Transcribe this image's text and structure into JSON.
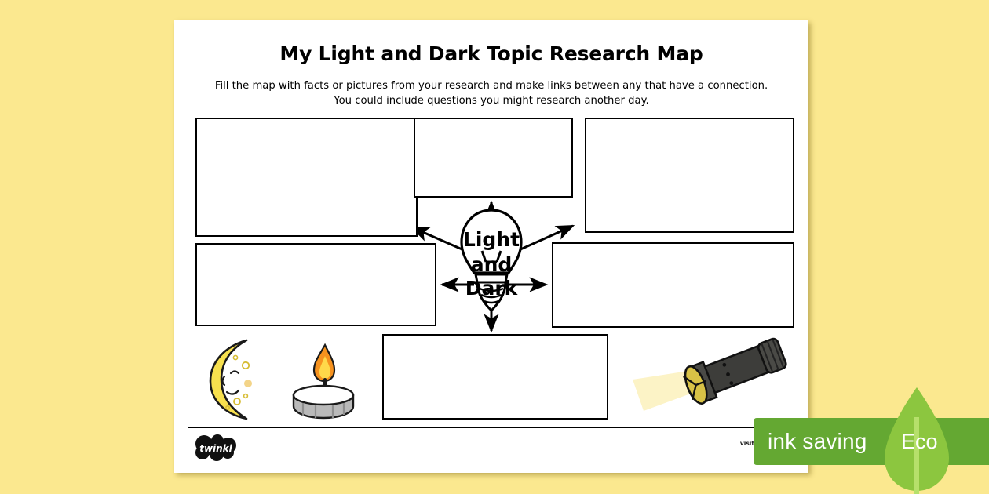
{
  "background_color": "#fbe88f",
  "worksheet": {
    "title": "My Light and Dark Topic Research Map",
    "subtitle_line_1": "Fill the map with facts or pictures from your research and make links between any that have a connection.",
    "subtitle_line_2": "You could include questions you might research another day.",
    "center_node": {
      "icon": "light-bulb-icon",
      "line_1": "Light",
      "line_2": "and",
      "line_3": "Dark"
    },
    "boxes": [
      {
        "id": "top-left",
        "label": "",
        "placeholder": ""
      },
      {
        "id": "top-middle",
        "label": "",
        "placeholder": ""
      },
      {
        "id": "top-right",
        "label": "",
        "placeholder": ""
      },
      {
        "id": "middle-left",
        "label": "",
        "placeholder": ""
      },
      {
        "id": "middle-right",
        "label": "",
        "placeholder": ""
      },
      {
        "id": "bottom-middle",
        "label": "",
        "placeholder": ""
      }
    ],
    "clipart": [
      {
        "name": "crescent-moon-icon",
        "color": "#f7e04e"
      },
      {
        "name": "tea-light-candle-icon",
        "color": "#f59a1e"
      },
      {
        "name": "flashlight-icon",
        "color": "#3d3d3a"
      }
    ]
  },
  "footer": {
    "logo_text": "twinkl",
    "visit_text": "visit twinkl.co"
  },
  "eco_badge": {
    "ink_saving_label": "ink saving",
    "eco_label": "Eco",
    "bar_color": "#64a832",
    "leaf_color": "#8cc63f"
  }
}
